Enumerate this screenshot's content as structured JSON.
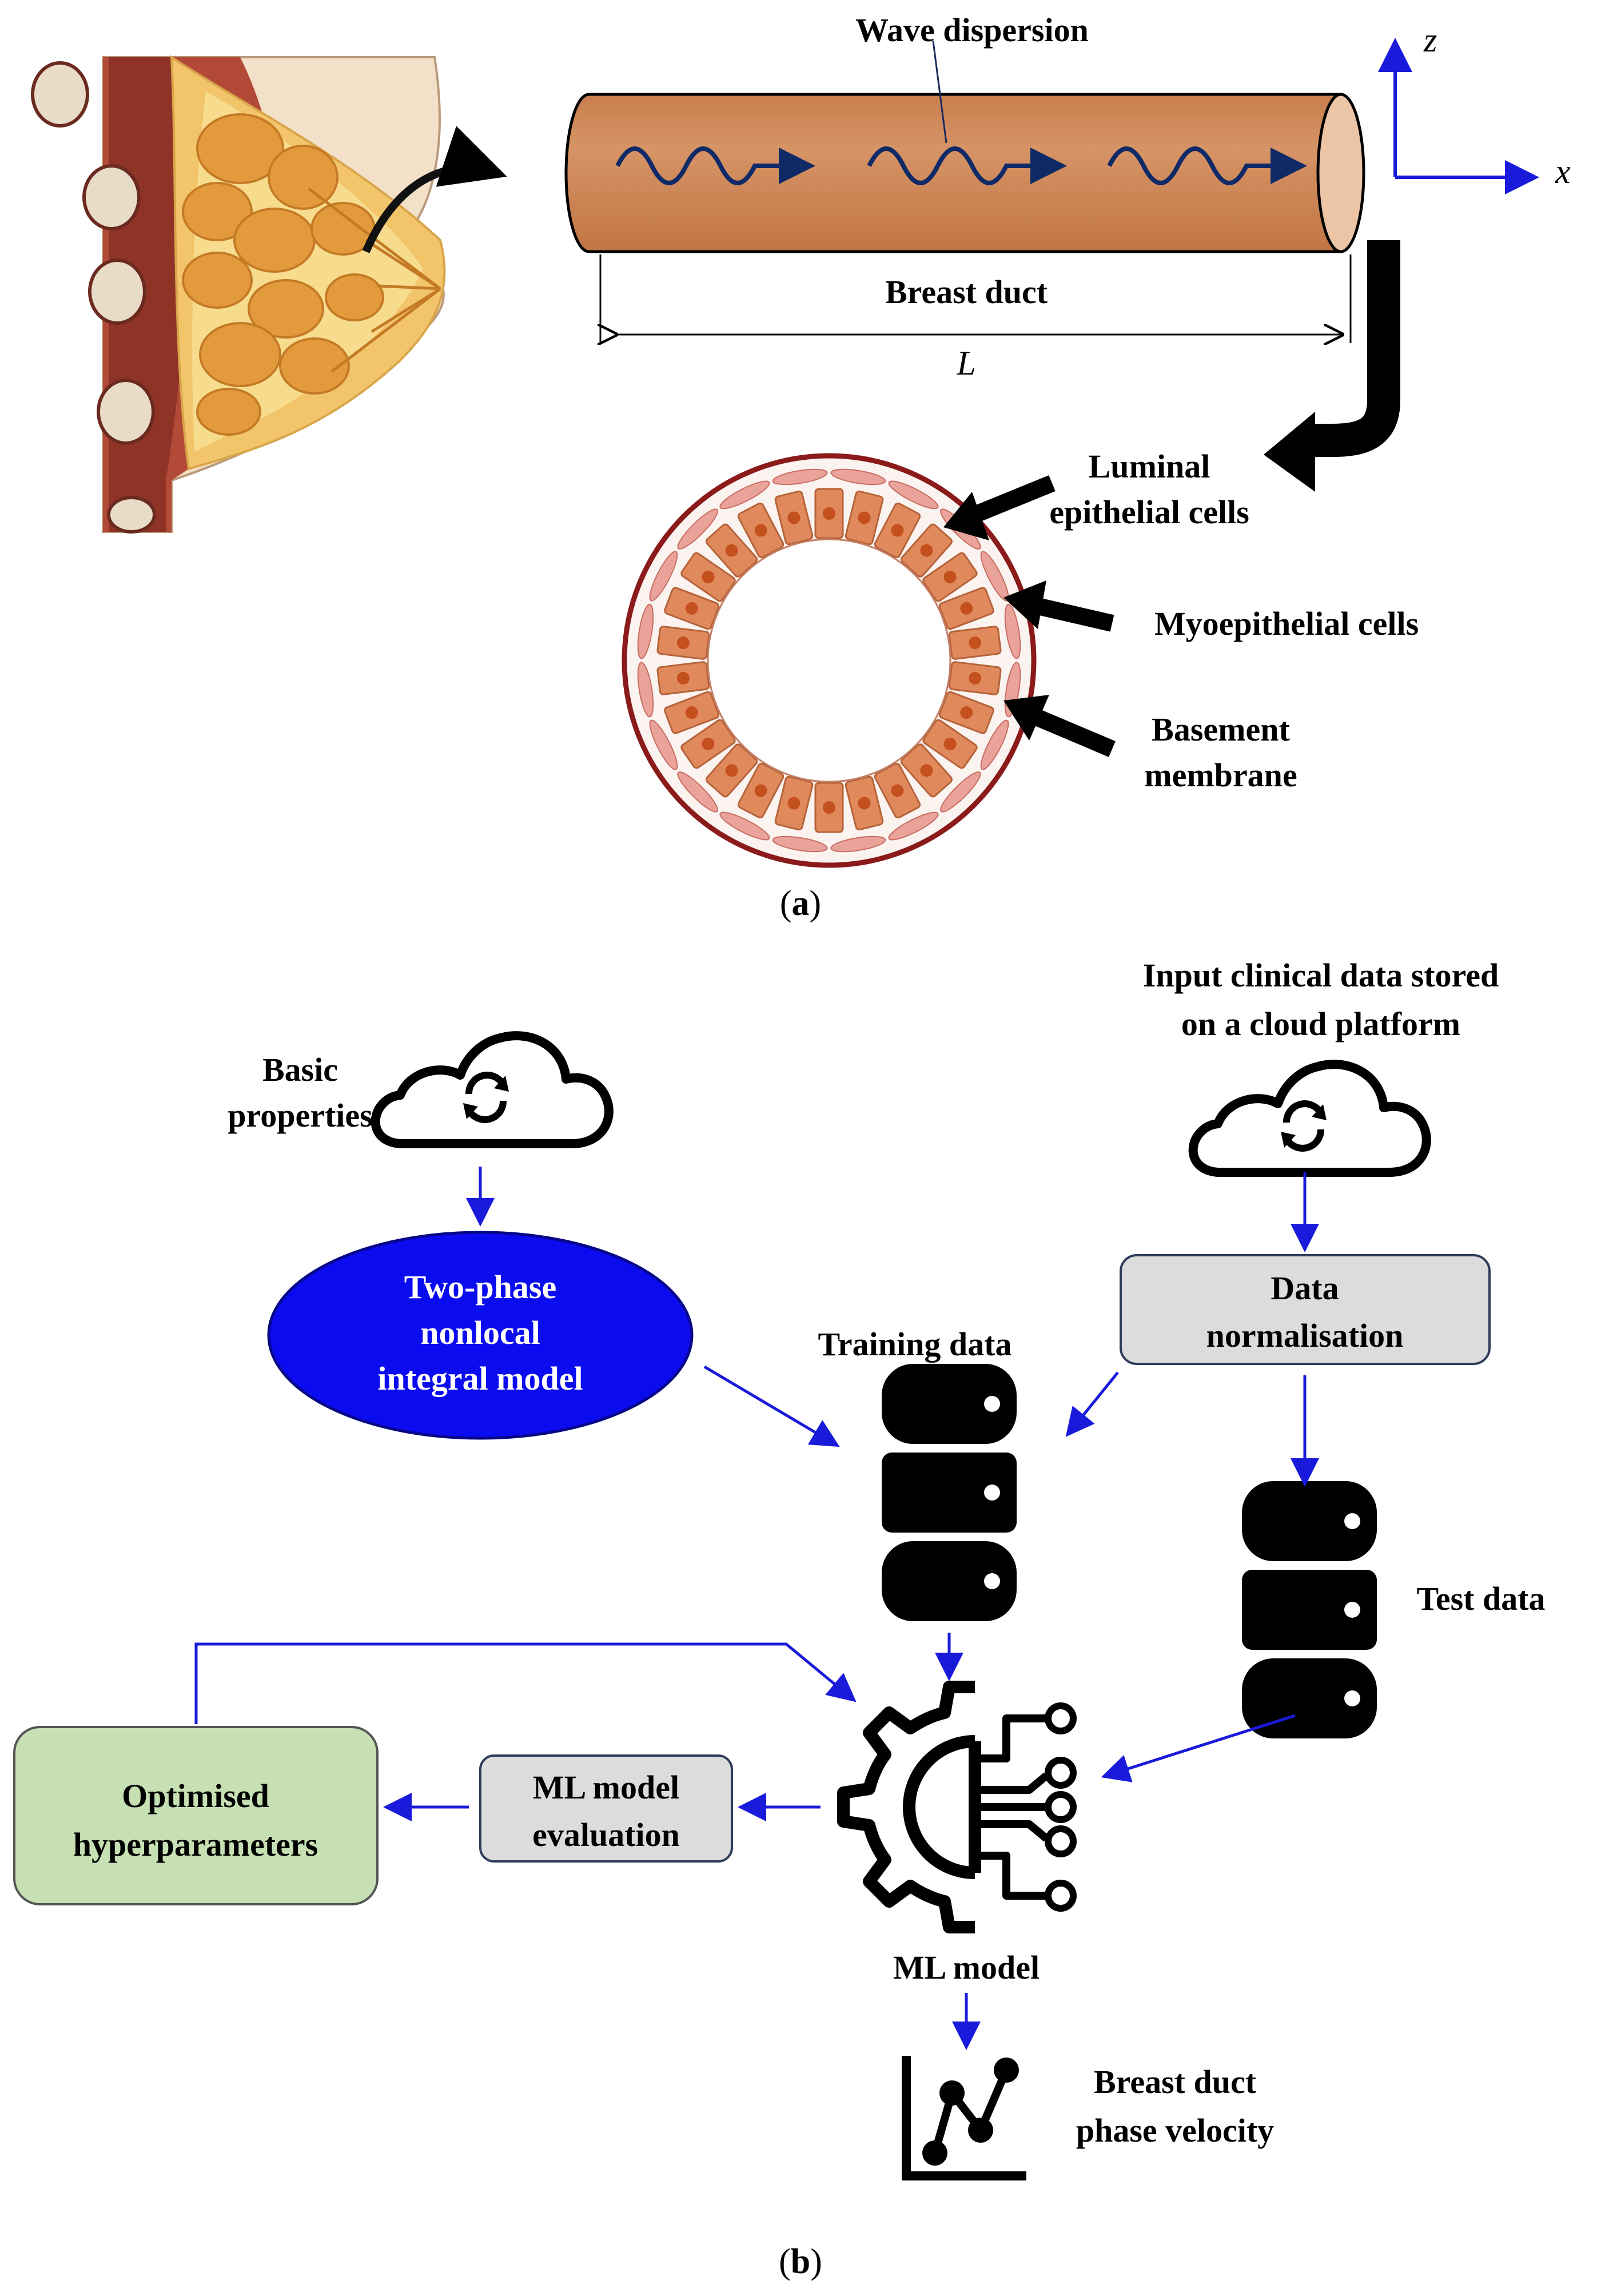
{
  "panel_a": {
    "caption_letter": "a",
    "wave_label": "Wave dispersion",
    "duct_label": "Breast duct",
    "length_symbol": "L",
    "axis_z": "z",
    "axis_x": "x",
    "cross_section": {
      "label_luminal_1": "Luminal",
      "label_luminal_2": "epithelial cells",
      "label_myo": "Myoepithelial cells",
      "label_basement_1": "Basement",
      "label_basement_2": "membrane"
    }
  },
  "panel_b": {
    "caption_letter": "b",
    "basic_props_1": "Basic",
    "basic_props_2": "properties",
    "input_clinical_1": "Input clinical data stored",
    "input_clinical_2": "on a cloud platform",
    "two_phase_1": "Two-phase",
    "two_phase_2": "nonlocal",
    "two_phase_3": "integral model",
    "data_norm_1": "Data",
    "data_norm_2": "normalisation",
    "training_data": "Training data",
    "test_data": "Test data",
    "ml_model": "ML model",
    "ml_eval_1": "ML model",
    "ml_eval_2": "evaluation",
    "optimised_1": "Optimised",
    "optimised_2": "hyperparameters",
    "output_1": "Breast duct",
    "output_2": "phase velocity"
  },
  "colors": {
    "arrow_blue": "#1a1adb",
    "ellipse_blue": "#0b0bf0",
    "duct_fill": "#d08a59",
    "duct_end": "#ecc4a6",
    "gray_box": "#dcdcdc",
    "green_box": "#c6e0b4",
    "membrane": "#8b1a1a",
    "cell_fill": "#e0895c",
    "nucleus": "#c4501e"
  }
}
